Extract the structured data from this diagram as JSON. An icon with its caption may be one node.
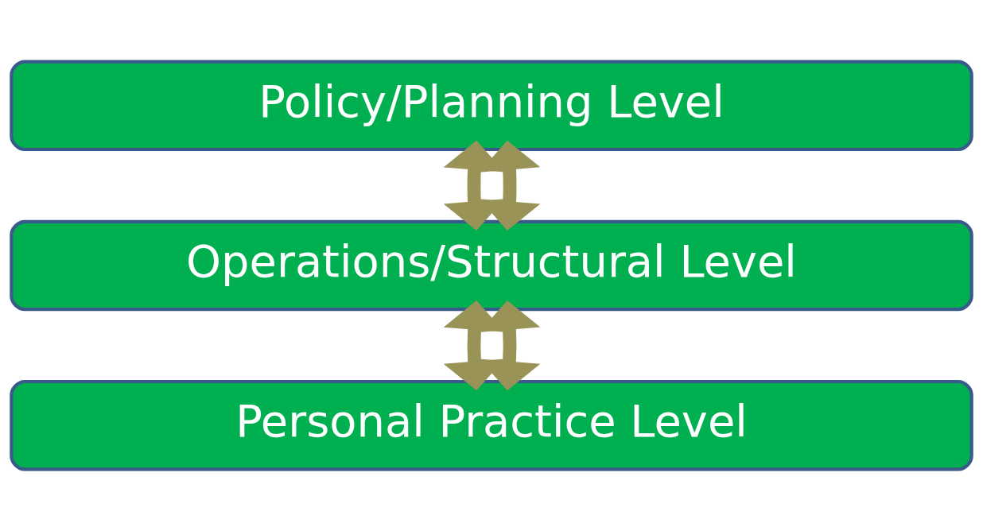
{
  "diagram": {
    "nodes": [
      {
        "text": [
          "Policy/Planning Level"
        ]
      },
      {
        "text": [
          "Operations/Structural Level"
        ]
      },
      {
        "text": [
          "Personal Practice Level"
        ]
      }
    ],
    "edges": [
      {
        "from": 0,
        "to": 1,
        "arrow": "both"
      },
      {
        "from": 0,
        "to": 1,
        "arrow": "both"
      },
      {
        "from": 1,
        "to": 2,
        "arrow": "both"
      },
      {
        "from": 1,
        "to": 2,
        "arrow": "both"
      }
    ]
  }
}
